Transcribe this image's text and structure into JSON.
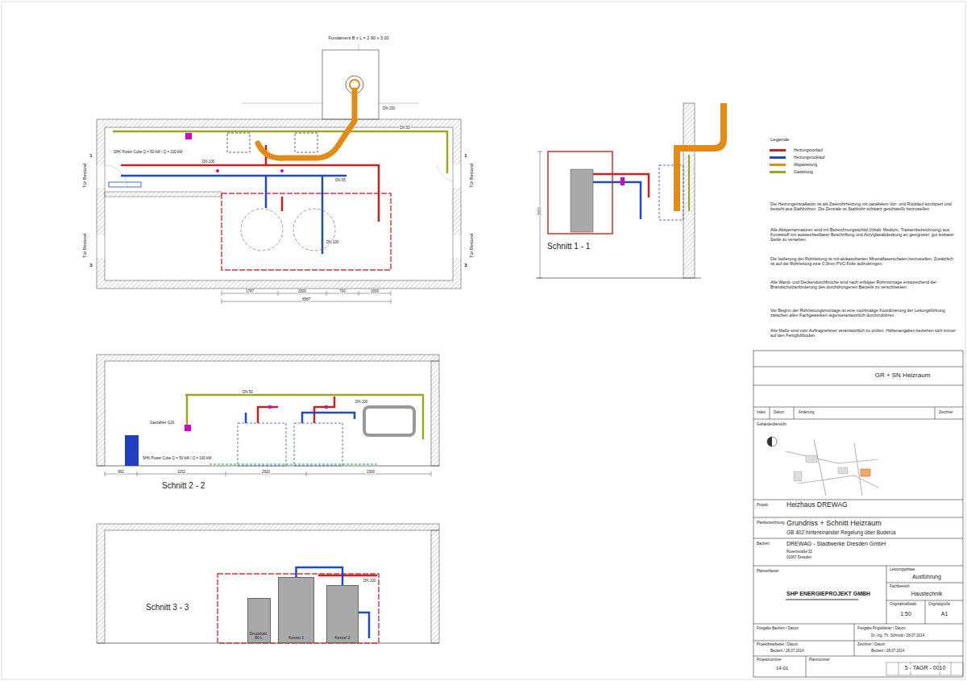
{
  "diagram": {
    "nodes": [
      {
        "text": [
          "Druckhalt. 80 L"
        ]
      },
      {
        "text": [
          "Kessel 1"
        ]
      },
      {
        "text": [
          "Kessel 2"
        ]
      }
    ],
    "edges": [
      {
        "from": 1,
        "to": 2,
        "arrow": "none"
      }
    ],
    "labels": [
      "Fundament B x L = 2,90 x 3,00",
      "Tür Bestand",
      "Tür Bestand",
      "Tür Bestand",
      "Tür Bestand",
      "1",
      "3",
      "1",
      "3",
      "SHK Power Cube Q = 50 kW / Q = 100 kW",
      "DN 50",
      "DN 100",
      "DN 65",
      "DN 100",
      "DN 150",
      "1767",
      "2000",
      "700",
      "1000",
      "6567",
      "Schnitt 1 - 1",
      "2600",
      "Schnitt 2 - 2",
      "SHK Power Cube Q = 50 kW / Q = 100 kW",
      "Gaszähler G16",
      "DN 50",
      "DN 100",
      "992",
      "1332",
      "2920",
      "1500",
      "Schnitt 3 - 3",
      "DN 100",
      "Legende",
      "Die Heizungsinstallation ist als Zweirohrheizung mit parallelem Vor- und Rücklauf konzipiert und besteht aus Stahlrohren. Die Zentrale ist Stahlrohr schwarz geschweißt herzustellen.",
      "Alle Absperrarmaturen sind mit Bezeichnungsschild (Inhalt: Medium, Trassenbezeichnung) aus Kunststoff mit auswechselbarer Beschriftung und Acrylglasabdeckung an geeigneter, gut lesbarer Stelle zu versehen.",
      "Die Isolierung der Rohrleitung ist mit alukaschierten Mineralfaserschalen herzustellen. Zusätzlich ist auf die Rohrleitung eine 0,3mm PVC-Folie aufzubringen.",
      "Alle Wand- und Deckendurchbrüche sind nach erfolgter Rohrmontage entsprechend der Brandschutzanforderung des durchdrungenen Bauteils zu verschliessen.",
      "Vor Beginn der Rohrleitungsmontage ist eine nochmalige Koordinierung der Leitungsführung zwischen allen Fachgewerken eigenverantwortlich durchzuführen.",
      "Alle Maße sind vom Auftragnehmer verantwortlich zu prüfen. Höhenangaben beziehen sich immer auf den Fertigfußboden.",
      "GR + SN Heizraum",
      "Index",
      "Datum",
      "Änderung",
      "Zeichner",
      "Gebäudeübersicht",
      "Projekt",
      "Heizhaus DREWAG",
      "Planbezeichnung",
      "Grundriss + Schnitt Heizraum",
      "GB 402 hintereinander Regelung über Buderus",
      "Bauherr",
      "DREWAG - Stadtwerke Dresden GmbH",
      "Rosenstraße 32",
      "01067 Dresden",
      "Planverfasser",
      "SHP ENERGIEPROJEKT GMBH",
      "Leistungsphase",
      "Ausführung",
      "Fachbereich",
      "Haustechnik",
      "Originalmaßstab",
      "Originalgröße",
      "1:50",
      "A1",
      "Freigabe Bauherr / Datum",
      "Freigabe Projektleiter / Datum",
      "Dr.-Ing. Th. Schmidt / 28.07.2014",
      "Projektbearbeiter / Datum",
      "Beckert / 28.07.2014",
      "Zeichner / Datum",
      "Beckert / 28.07.2014",
      "Projektnummer",
      "14-01",
      "Plannummer",
      "5 - TAGR - 0010"
    ],
    "legend": [
      {
        "text": "Heizungsvorlauf",
        "color": "#d01f1f"
      },
      {
        "text": "Heizungsrücklauf",
        "color": "#1f48d0"
      },
      {
        "text": "Abgasleitung",
        "color": "#e58a14"
      },
      {
        "text": "Gasleitung",
        "color": "#9fa51c"
      }
    ]
  }
}
